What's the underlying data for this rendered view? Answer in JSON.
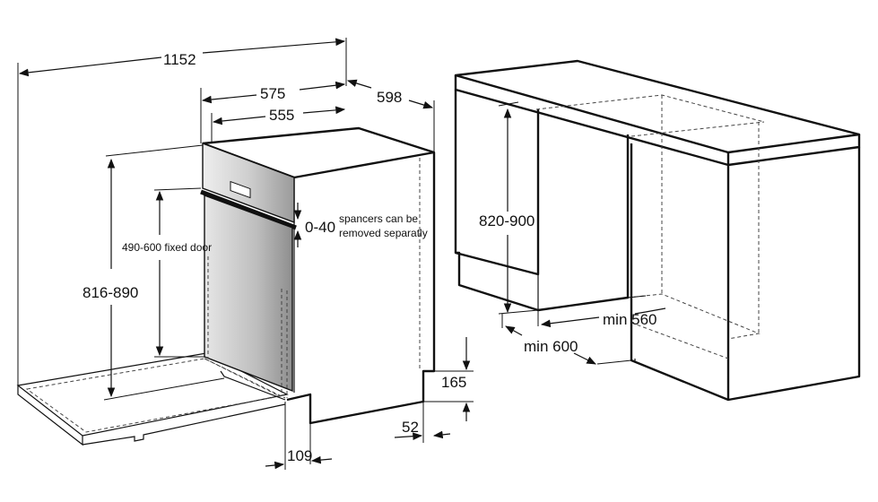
{
  "dimensions": {
    "total_width": "1152",
    "depth_575": "575",
    "depth_555": "555",
    "width_598": "598",
    "adjust_0_40": "0-40",
    "spacers_line1": "spancers can be",
    "spacers_line2": "removed separatly",
    "fixed_door": "490-600 fixed door",
    "height_816_890": "816-890",
    "plinth_165": "165",
    "plinth_52": "52",
    "offset_109": "109",
    "niche_height": "820-900",
    "niche_width": "min 560",
    "niche_depth": "min 600"
  },
  "colors": {
    "line": "#111111",
    "panel_light": "#d6d6d6",
    "panel_dark": "#9c9c9c"
  }
}
